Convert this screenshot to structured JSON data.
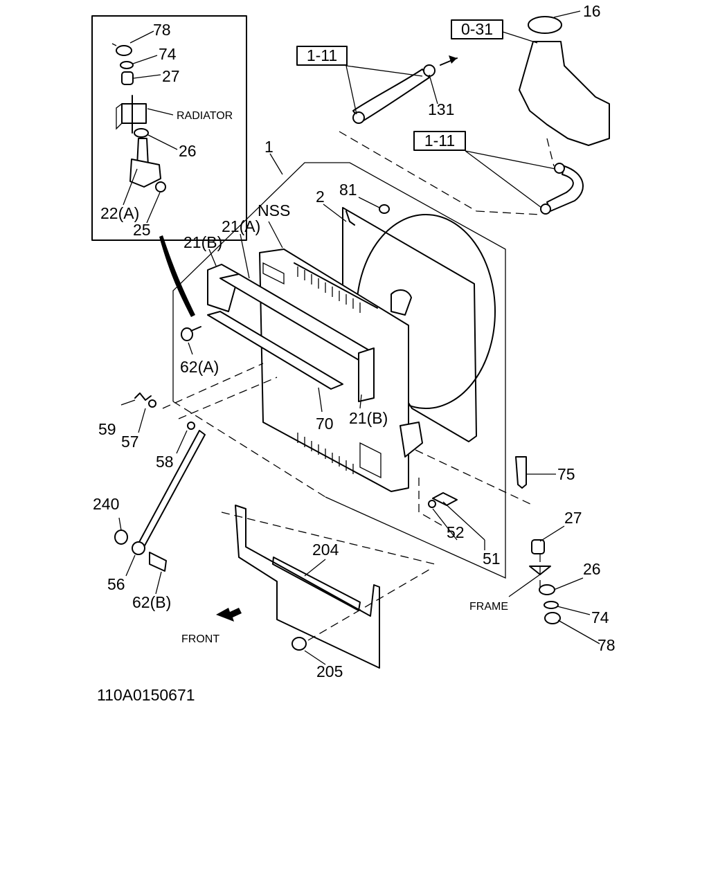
{
  "diagram": {
    "drawing_number": "110A0150671",
    "boxed_refs": [
      "0-31",
      "1-11",
      "1-11"
    ],
    "text_labels": {
      "radiator": "RADIATOR",
      "frame": "FRAME",
      "front": "FRONT",
      "nss": "NSS"
    },
    "callouts": {
      "p16": "16",
      "p131": "131",
      "p78a": "78",
      "p74a": "74",
      "p27a": "27",
      "p26a": "26",
      "p22a": "22(A)",
      "p25": "25",
      "p1": "1",
      "p2": "2",
      "p81": "81",
      "p21a": "21(A)",
      "p21b_top": "21(B)",
      "p21b_bot": "21(B)",
      "p62a": "62(A)",
      "p70": "70",
      "p59": "59",
      "p57": "57",
      "p58": "58",
      "p240": "240",
      "p56": "56",
      "p62b": "62(B)",
      "p204": "204",
      "p205": "205",
      "p75": "75",
      "p52": "52",
      "p51": "51",
      "p27b": "27",
      "p26b": "26",
      "p74b": "74",
      "p78b": "78"
    }
  }
}
